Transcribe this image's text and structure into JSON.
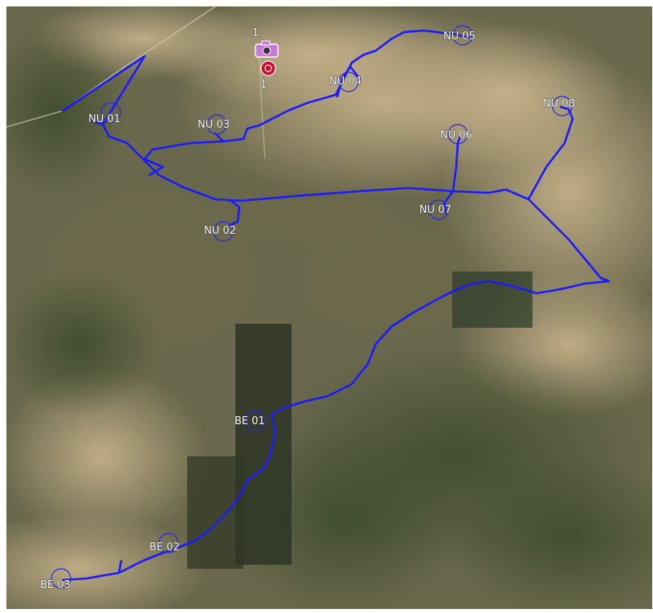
{
  "colors": {
    "track": "#1a1aff",
    "ring": "#2828e6",
    "label_text": "#ffffff",
    "photo_marker": "#c87ad8",
    "pin_marker": "#c8102e"
  },
  "markers": {
    "photo": {
      "icon": "camera-icon",
      "count": "1"
    },
    "pin": {
      "icon": "target-pin-icon",
      "count": "1"
    }
  },
  "waypoints": [
    {
      "id": "NU 01",
      "label": "NU 01"
    },
    {
      "id": "NU 02",
      "label": "NU 02"
    },
    {
      "id": "NU 03",
      "label": "NU 03"
    },
    {
      "id": "NU 04",
      "label": "NU 04"
    },
    {
      "id": "NU 05",
      "label": "NU 05"
    },
    {
      "id": "NU 06",
      "label": "NU 06"
    },
    {
      "id": "NU 07",
      "label": "NU 07"
    },
    {
      "id": "NU 08",
      "label": "NU 08"
    },
    {
      "id": "BE 01",
      "label": "BE 01"
    },
    {
      "id": "BE 02",
      "label": "BE 02"
    },
    {
      "id": "BE 03",
      "label": "BE 03"
    }
  ]
}
